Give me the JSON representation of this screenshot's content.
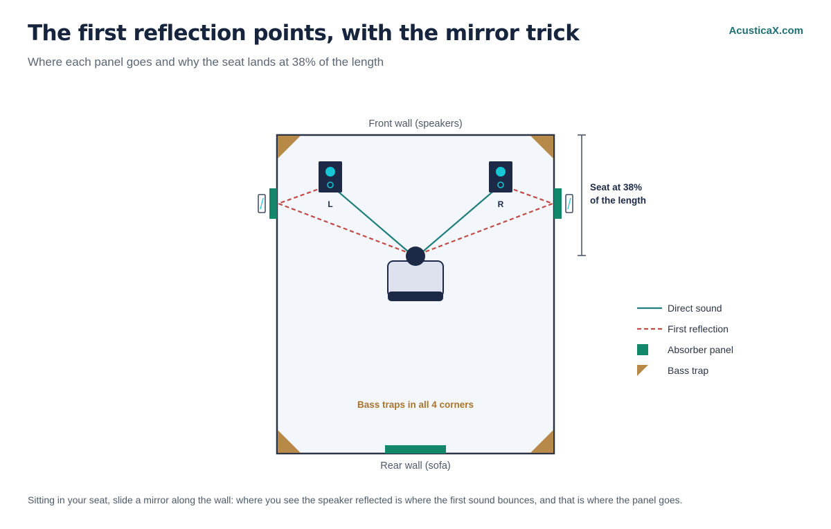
{
  "header": {
    "title": "The first reflection points, with the mirror trick",
    "subtitle": "Where each panel goes and why the seat lands at 38% of the length",
    "brand": "AcusticaX.com"
  },
  "room": {
    "front_wall_label": "Front wall (speakers)",
    "rear_wall_label": "Rear wall (sofa)",
    "speaker_left_label": "L",
    "speaker_right_label": "R",
    "corner_note": "Bass traps in all 4 corners",
    "seat_position_line1": "Seat at 38%",
    "seat_position_line2": "of the length",
    "seat_position_fraction": 0.38
  },
  "legend": {
    "items": [
      {
        "label": "Direct sound",
        "icon": "solid-line-icon"
      },
      {
        "label": "First reflection",
        "icon": "dashed-line-icon"
      },
      {
        "label": "Absorber panel",
        "icon": "green-square-icon"
      },
      {
        "label": "Bass trap",
        "icon": "corner-triangle-icon"
      }
    ]
  },
  "colors": {
    "wall": "#2b3445",
    "floor": "#f3f7fb",
    "speaker": "#1c2a48",
    "tweeter": "#16c8d6",
    "direct": "#1e7e7c",
    "reflection": "#c04a44",
    "absorber": "#13876a",
    "bass_trap": "#b88a4a",
    "corner_note": "#a8742c"
  },
  "footer": {
    "note": "Sitting in your seat, slide a mirror along the wall: where you see the speaker reflected is where the first sound bounces, and that is where the panel goes."
  }
}
